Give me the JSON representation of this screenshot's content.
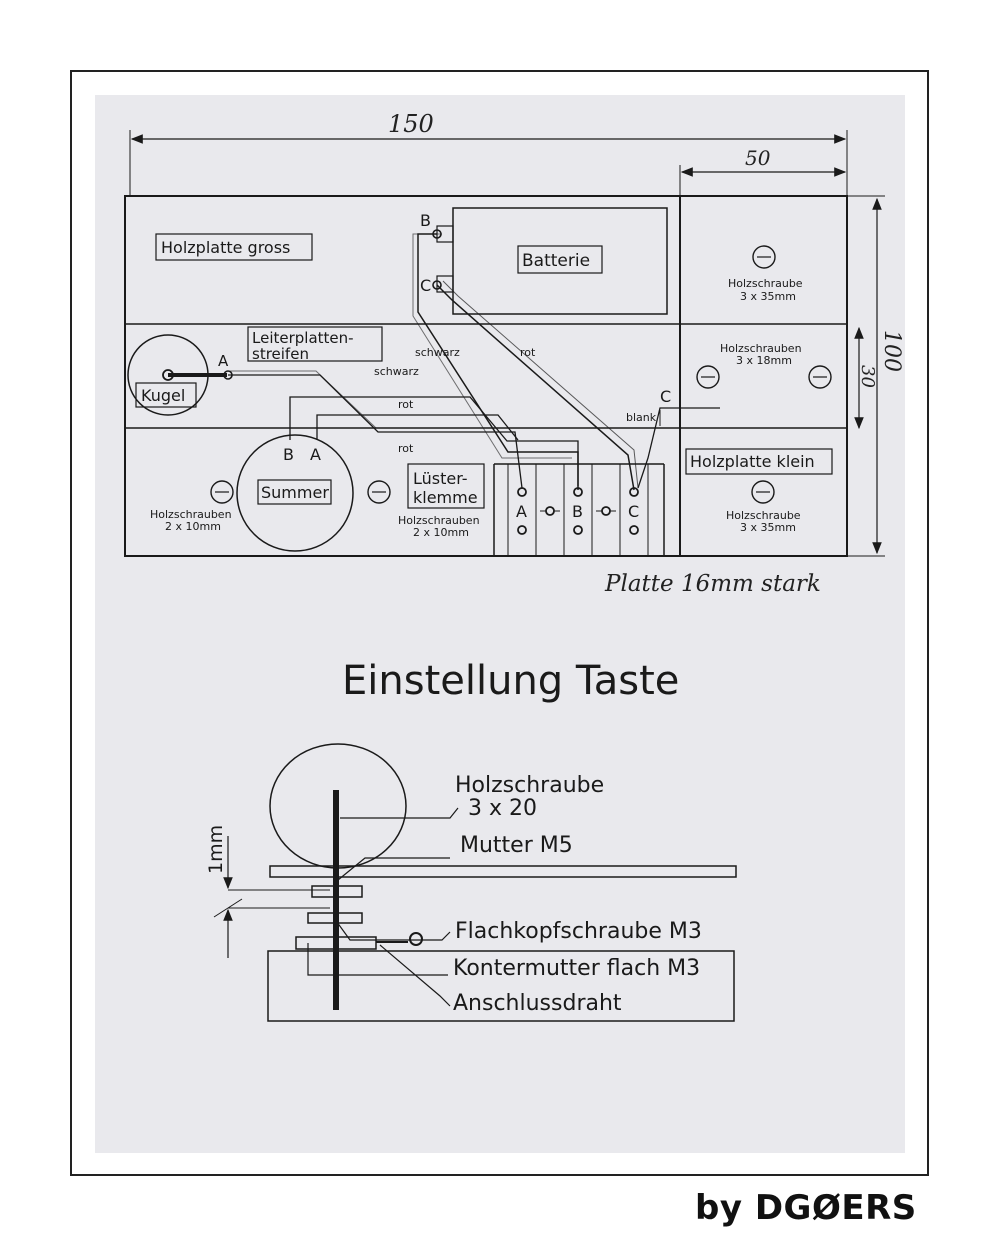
{
  "dimensions": {
    "total_width": "150",
    "right_width": "50",
    "height": "100",
    "middle_height": "30",
    "thickness_note": "Platte 16mm stark"
  },
  "parts": {
    "holzplatte_gross": "Holzplatte gross",
    "batterie": "Batterie",
    "leiterplatten_line1": "Leiterplatten-",
    "leiterplatten_line2": "streifen",
    "kugel": "Kugel",
    "summer": "Summer",
    "luester_line1": "Lüster-",
    "luester_line2": "klemme",
    "holzplatte_klein": "Holzplatte klein"
  },
  "screws": {
    "name_single": "Holzschraube",
    "name_plural": "Holzschrauben",
    "size_3x35": "3 x 35mm",
    "size_3x18": "3 x 18mm",
    "size_2x10": "2 x 10mm"
  },
  "wires": {
    "schwarz": "schwarz",
    "rot": "rot",
    "blank": "blank"
  },
  "terminals": {
    "a": "A",
    "b": "B",
    "c": "C"
  },
  "detail": {
    "title": "Einstellung Taste",
    "screw_line1": "Holzschraube",
    "screw_line2": "3 x 20",
    "mutter": "Mutter M5",
    "flachkopf": "Flachkopfschraube M3",
    "kontermutter": "Kontermutter flach M3",
    "anschluss": "Anschlussdraht",
    "gap": "1mm"
  },
  "credit": "by DGØERS"
}
